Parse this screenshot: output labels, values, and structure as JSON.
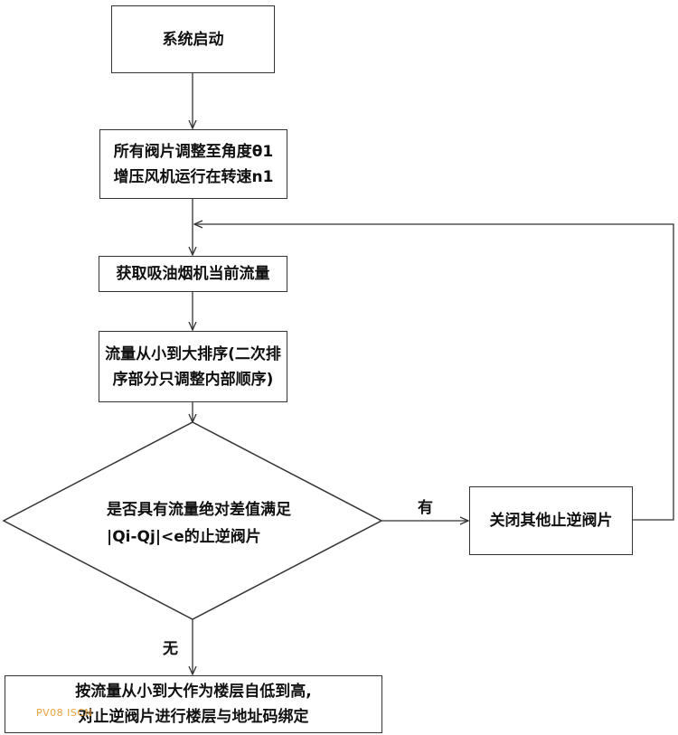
{
  "flowchart": {
    "start": "系统启动",
    "init_line1": "所有阀片调整至角度θ1",
    "init_line2": "增压风机运行在转速n1",
    "get_flow": "获取吸油烟机当前流量",
    "sort_line1": "流量从小到大排序(二次排",
    "sort_line2": "序部分只调整内部顺序)",
    "decision_line1": "是否具有流量绝对差值满足",
    "decision_line2": "|Qi-Qj|<e的止逆阀片",
    "yes_label": "有",
    "no_label": "无",
    "close_others": "关闭其他止逆阀片",
    "final_line1": "按流量从小到大作为楼层自低到高,",
    "final_line2": "对止逆阀片进行楼层与地址码绑定"
  },
  "watermark": "PV08 ISCN"
}
